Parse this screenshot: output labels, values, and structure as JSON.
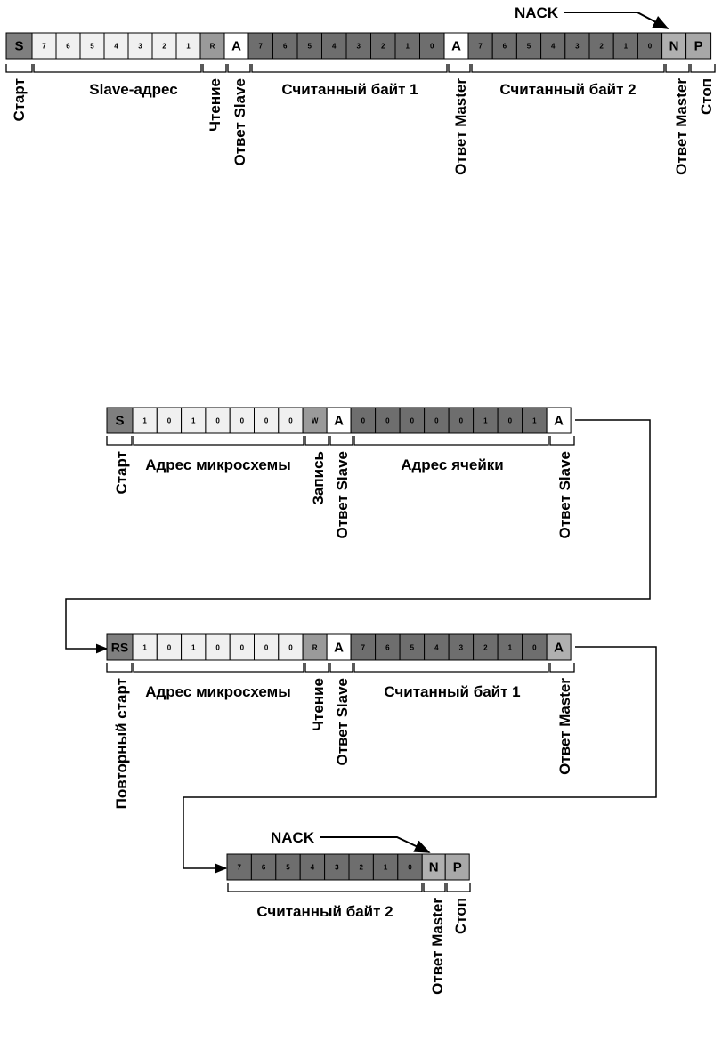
{
  "diagram1": {
    "nack": "NACK",
    "cells": [
      "S",
      "7",
      "6",
      "5",
      "4",
      "3",
      "2",
      "1",
      "R",
      "A",
      "7",
      "6",
      "5",
      "4",
      "3",
      "2",
      "1",
      "0",
      "A",
      "7",
      "6",
      "5",
      "4",
      "3",
      "2",
      "1",
      "0",
      "N",
      "P"
    ],
    "labels": {
      "start": "Старт",
      "slave_address": "Slave-адрес",
      "read": "Чтение",
      "slave_ack": "Ответ Slave",
      "byte1": "Считанный байт 1",
      "master_ack": "Ответ Master",
      "byte2": "Считанный байт 2",
      "master_nack": "Ответ Master",
      "stop": "Стоп"
    }
  },
  "diagram2": {
    "row1": {
      "cells": [
        "S",
        "1",
        "0",
        "1",
        "0",
        "0",
        "0",
        "0",
        "W",
        "A",
        "0",
        "0",
        "0",
        "0",
        "0",
        "1",
        "0",
        "1",
        "A"
      ],
      "labels": {
        "start": "Старт",
        "chip_address": "Адрес микросхемы",
        "write": "Запись",
        "slave_ack1": "Ответ Slave",
        "cell_address": "Адрес ячейки",
        "slave_ack2": "Ответ Slave"
      }
    },
    "row2": {
      "cells": [
        "RS",
        "1",
        "0",
        "1",
        "0",
        "0",
        "0",
        "0",
        "R",
        "A",
        "7",
        "6",
        "5",
        "4",
        "3",
        "2",
        "1",
        "0",
        "A"
      ],
      "labels": {
        "repeat_start": "Повторный старт",
        "chip_address": "Адрес микросхемы",
        "read": "Чтение",
        "slave_ack": "Ответ Slave",
        "byte1": "Считанный байт 1",
        "master_ack": "Ответ Master"
      }
    },
    "row3": {
      "nack": "NACK",
      "cells": [
        "7",
        "6",
        "5",
        "4",
        "3",
        "2",
        "1",
        "0",
        "N",
        "P"
      ],
      "labels": {
        "byte2": "Считанный байт 2",
        "master_nack": "Ответ Master",
        "stop": "Стоп"
      }
    }
  },
  "colors": {
    "control": "#7f7f7f",
    "address": "#f0f0f0",
    "rw": "#9a9a9a",
    "ack": "#ffffff",
    "data": "#6e6e6e",
    "nack": "#b0b0b0",
    "stop": "#a8a8a8",
    "line": "#000000"
  }
}
